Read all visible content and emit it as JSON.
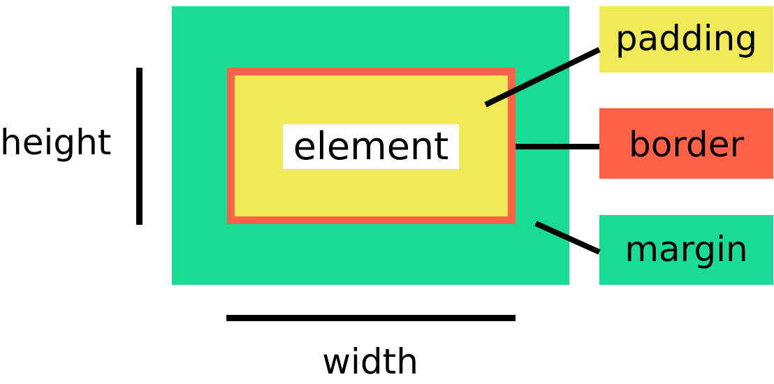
{
  "colors": {
    "margin": "#19DB94",
    "border": "#FF6146",
    "padding": "#F0EA58",
    "element": "#FFFFFF",
    "text": "#000000"
  },
  "diagram": {
    "element_label": "element",
    "legend": {
      "padding": "padding",
      "border": "border",
      "margin": "margin"
    },
    "dimensions": {
      "height": "height",
      "width": "width"
    }
  }
}
